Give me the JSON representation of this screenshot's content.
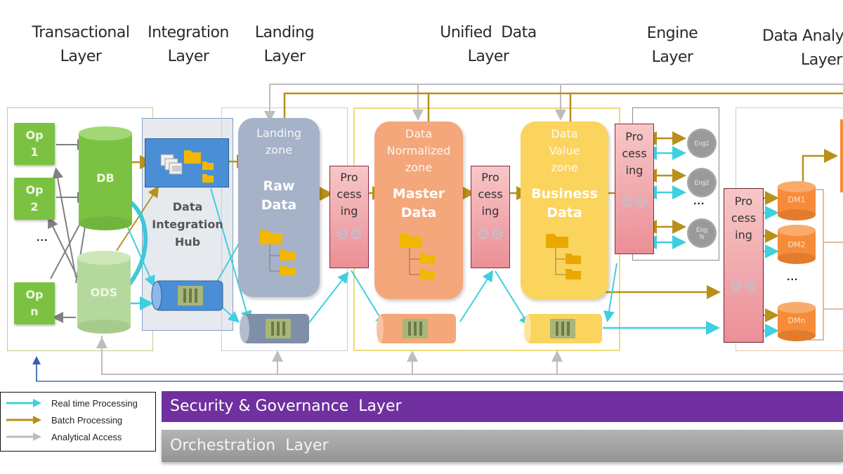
{
  "layers": [
    {
      "id": "transactional",
      "title_line1": "Transactional",
      "title_line2": "Layer"
    },
    {
      "id": "integration",
      "title_line1": "Integration",
      "title_line2": "Layer"
    },
    {
      "id": "landing",
      "title_line1": "Landing",
      "title_line2": "Layer"
    },
    {
      "id": "unified",
      "title_line1": "Unified  Data",
      "title_line2": "Layer"
    },
    {
      "id": "engine",
      "title_line1": "Engine",
      "title_line2": "Layer"
    },
    {
      "id": "analytics",
      "title_line1": "Data Analytics",
      "title_line2": "Layer"
    }
  ],
  "transactional": {
    "ops": [
      {
        "line1": "Op",
        "line2": "1"
      },
      {
        "line1": "Op",
        "line2": "2"
      },
      {
        "line1": "Op",
        "line2": "n"
      }
    ],
    "ellipsis": "...",
    "db_label": "DB",
    "ods_label": "ODS"
  },
  "integration": {
    "hub_line1": "Data",
    "hub_line2": "Integration",
    "hub_line3": "Hub"
  },
  "landing": {
    "zone_line1": "Landing",
    "zone_line2": "zone",
    "data_line1": "Raw",
    "data_line2": "Data"
  },
  "processing": {
    "line1": "Pro",
    "line2": "cess",
    "line3": "ing"
  },
  "unified": {
    "normalized_line1": "Data",
    "normalized_line2": "Normalized",
    "normalized_line3": "zone",
    "master_line1": "Master",
    "master_line2": "Data",
    "value_line1": "Data",
    "value_line2": "Value",
    "value_line3": "zone",
    "business_line1": "Business",
    "business_line2": "Data"
  },
  "engine": {
    "engines": [
      {
        "line1": "Eng1",
        "line2": ""
      },
      {
        "line1": "Eng2",
        "line2": ""
      },
      {
        "line1": "Eng",
        "line2": "N"
      }
    ],
    "ellipsis": "..."
  },
  "analytics": {
    "data_marts": [
      "DM1",
      "DM2",
      "DMn"
    ],
    "ellipsis": "..."
  },
  "legend": {
    "items": [
      {
        "label": "Real time Processing",
        "color": "#3fd0e0"
      },
      {
        "label": "Batch Processing",
        "color": "#b8901a"
      },
      {
        "label": "Analytical Access",
        "color": "#bdbdbd"
      }
    ]
  },
  "bars": {
    "security": "Security & Governance  Layer",
    "orchestration": "Orchestration  Layer"
  },
  "colors": {
    "realtime": "#3fd0e0",
    "batch": "#b8901a",
    "analytical": "#bdbdbd",
    "security_bar": "#7030a0",
    "orchestration_bar": "#a6a6a6",
    "transactional_green": "#7cc242",
    "ods_green": "#b5d99c",
    "integration_blue": "#4a8fd6",
    "landing_grey_blue": "#a5b2c8",
    "normalized_orange": "#f4a77a",
    "value_yellow": "#fbd45e",
    "dm_orange": "#f68c3a"
  }
}
